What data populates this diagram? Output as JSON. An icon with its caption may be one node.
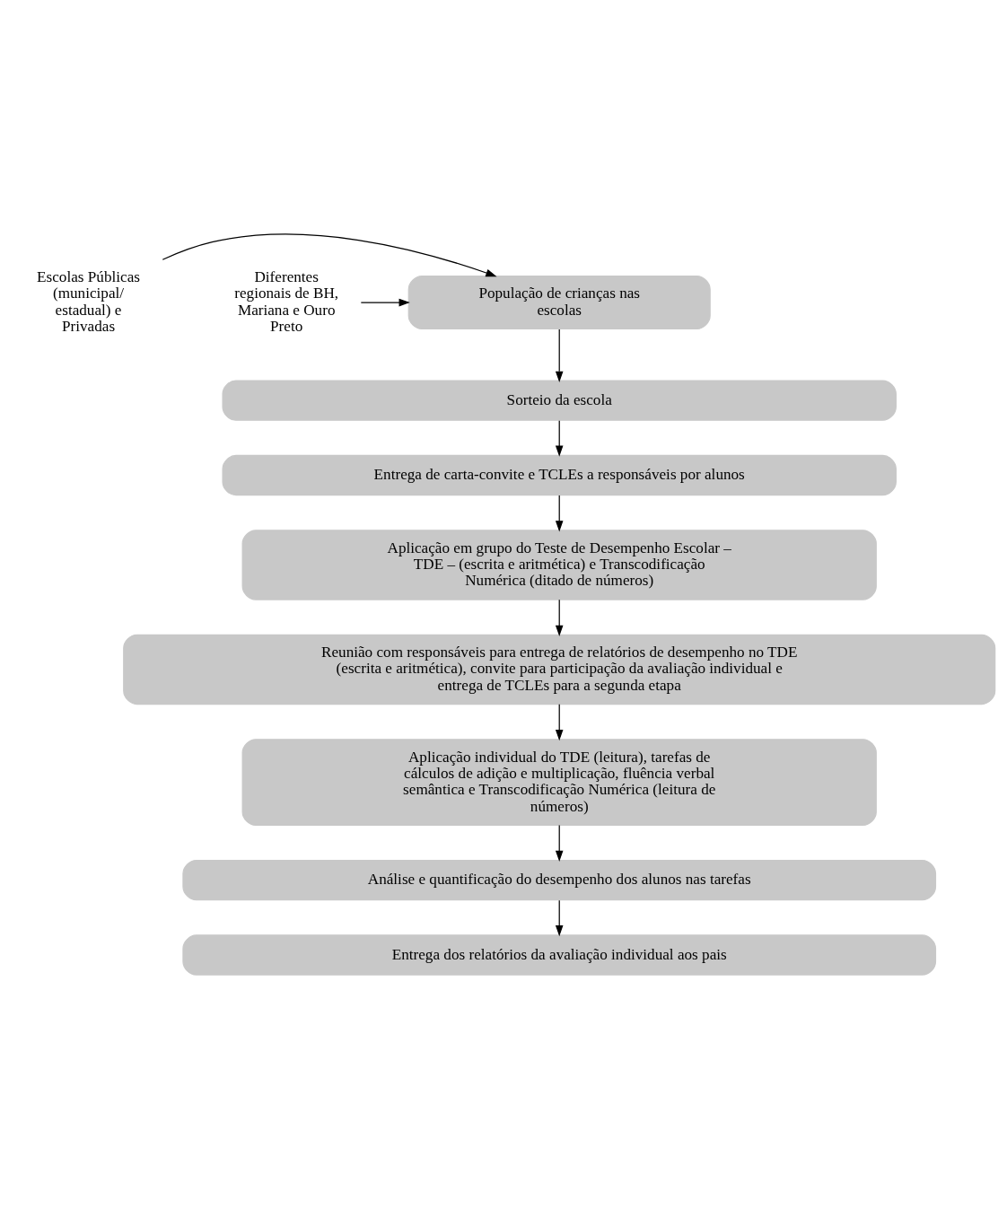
{
  "diagram": {
    "nodes": [
      {
        "text": [
          "Escolas Públicas (municipal/ estadual) e Privadas"
        ]
      },
      {
        "text": [
          "População de crianças nas escolas"
        ]
      },
      {
        "text": [
          "Diferentes regionais de BH, Mariana e Ouro Preto"
        ]
      },
      {
        "text": [
          "Sorteio da escola"
        ]
      },
      {
        "text": [
          "Entrega de carta-convite e TCLEs a responsáveis por alunos"
        ]
      },
      {
        "text": [
          "Aplicação em grupo do Teste de Desempenho Escolar – TDE – (escrita e aritmética) e Transcodificação Numérica (ditado de números)"
        ]
      },
      {
        "text": [
          "Reunião com responsáveis para entrega de relatórios de desempenho no TDE (escrita e aritmética), convite para participação da avaliação individual e entrega de TCLEs para a segunda etapa"
        ]
      },
      {
        "text": [
          "Aplicação individual do TDE (leitura), tarefas de cálculos de adição e multiplicação, fluência verbal semântica e Transcodificação Numérica (leitura de números)"
        ]
      },
      {
        "text": [
          "Análise e quantificação do desempenho dos alunos nas tarefas"
        ]
      },
      {
        "text": [
          "Entrega dos relatórios da avaliação individual aos pais"
        ]
      }
    ],
    "edges": [
      {
        "from": 0,
        "to": 1,
        "arrow": "to"
      },
      {
        "from": 2,
        "to": 1,
        "arrow": "to"
      },
      {
        "from": 1,
        "to": 3,
        "arrow": "to"
      },
      {
        "from": 3,
        "to": 4,
        "arrow": "to"
      },
      {
        "from": 4,
        "to": 5,
        "arrow": "to"
      },
      {
        "from": 5,
        "to": 6,
        "arrow": "to"
      },
      {
        "from": 6,
        "to": 7,
        "arrow": "to"
      },
      {
        "from": 7,
        "to": 8,
        "arrow": "to"
      },
      {
        "from": 8,
        "to": 9,
        "arrow": "to"
      }
    ]
  }
}
